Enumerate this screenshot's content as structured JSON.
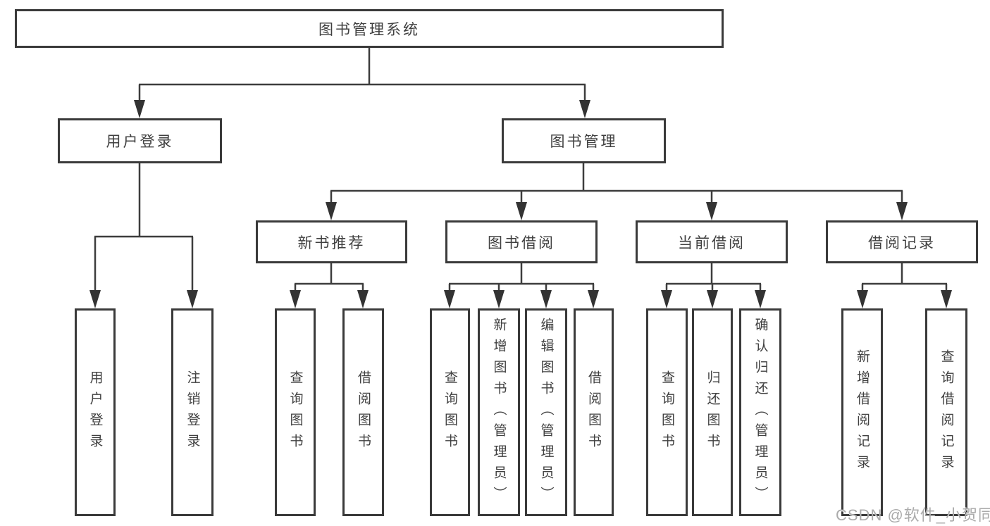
{
  "diagram_title": "图书管理系统",
  "tree": {
    "root": {
      "label": "图书管理系统"
    },
    "branches": [
      {
        "label": "用户登录",
        "children": [
          "用户登录",
          "注销登录"
        ]
      },
      {
        "label": "图书管理",
        "children": [
          {
            "label": "新书推荐",
            "children": [
              "查询图书",
              "借阅图书"
            ]
          },
          {
            "label": "图书借阅",
            "children": [
              "查询图书",
              "新增图书（管理员）",
              "编辑图书（管理员）",
              "借阅图书"
            ]
          },
          {
            "label": "当前借阅",
            "children": [
              "查询图书",
              "归还图书",
              "确认归还（管理员）"
            ]
          },
          {
            "label": "借阅记录",
            "children": [
              "新增借阅记录",
              "查询借阅记录"
            ]
          }
        ]
      }
    ]
  },
  "watermark": "CSDN @软件_小贺同学",
  "colors": {
    "line": "#3d3d3d",
    "arrow_fill": "#333333",
    "box_border": "#3a3a3a",
    "text": "#404040",
    "watermark": "#ababab",
    "background": "#ffffff"
  }
}
